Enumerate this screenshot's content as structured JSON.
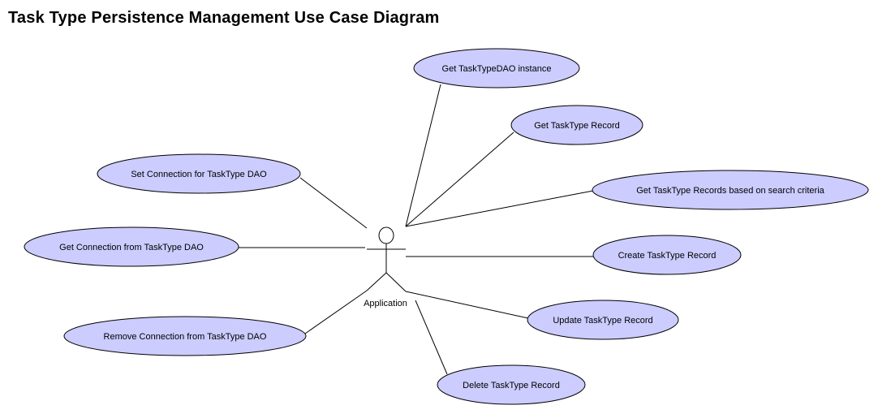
{
  "title": "Task Type Persistence Management Use Case Diagram",
  "colors": {
    "use_case_fill": "#ccccff",
    "line": "#000000",
    "background": "#ffffff"
  },
  "actor": {
    "name": "Application"
  },
  "use_cases": [
    {
      "id": "get-dao-instance",
      "label": "Get TaskTypeDAO instance"
    },
    {
      "id": "get-record",
      "label": "Get TaskType Record"
    },
    {
      "id": "set-connection",
      "label": "Set Connection for TaskType DAO"
    },
    {
      "id": "get-records-search",
      "label": "Get TaskType Records based on search criteria"
    },
    {
      "id": "get-connection",
      "label": "Get Connection from TaskType DAO"
    },
    {
      "id": "create-record",
      "label": "Create TaskType Record"
    },
    {
      "id": "update-record",
      "label": "Update TaskType Record"
    },
    {
      "id": "remove-connection",
      "label": "Remove Connection from TaskType DAO"
    },
    {
      "id": "delete-record",
      "label": "Delete TaskType Record"
    }
  ]
}
